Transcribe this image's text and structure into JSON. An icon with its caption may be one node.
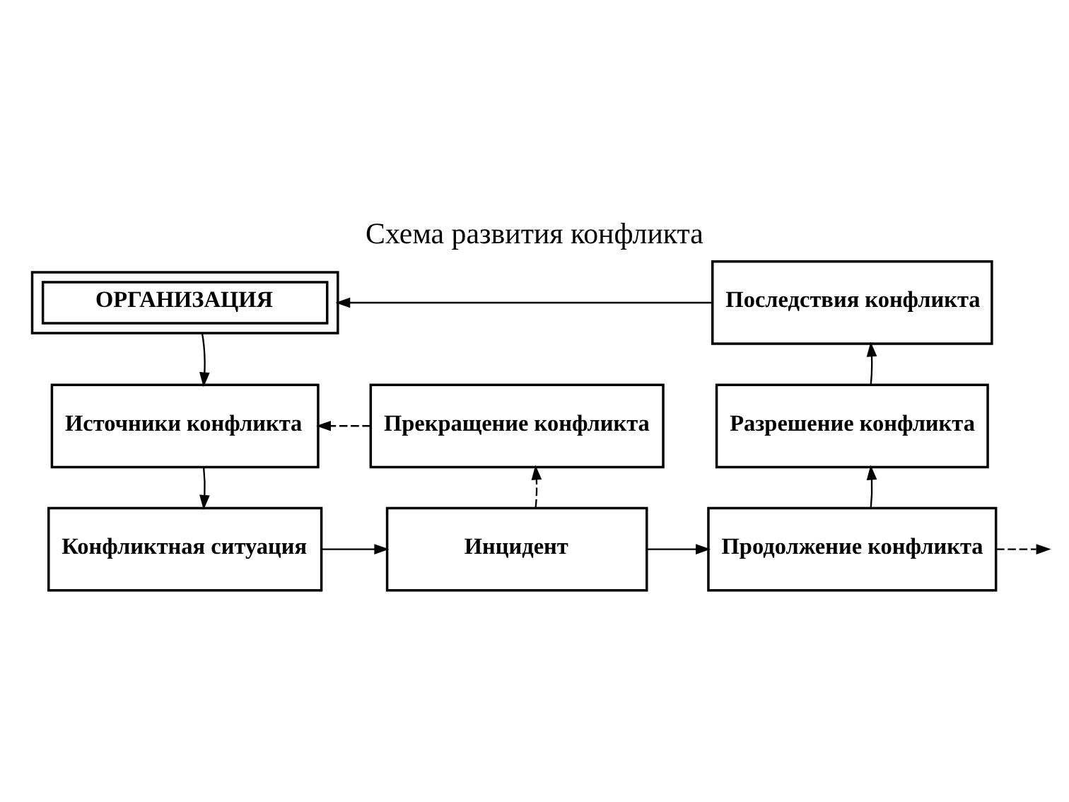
{
  "diagram": {
    "title": "Схема развития конфликта",
    "nodes": [
      {
        "text": [],
        "shape": "box"
      },
      {
        "text": [
          "ОРГАНИЗАЦИЯ"
        ],
        "in": 0
      },
      {
        "text": [
          "Последствия конфликта"
        ]
      },
      {
        "text": [
          "Источники конфликта"
        ]
      },
      {
        "text": [
          "Прекращение конфликта"
        ]
      },
      {
        "text": [
          "Разрешение конфликта"
        ]
      },
      {
        "text": [
          "Конфликтная ситуация"
        ]
      },
      {
        "text": [
          "Инцидент"
        ]
      },
      {
        "text": [
          "Продолжение конфликта"
        ]
      }
    ],
    "edges": [
      {
        "from": 2,
        "to": 0,
        "arrow": "to"
      },
      {
        "from": 0,
        "to": 3,
        "arrow": "to"
      },
      {
        "from": 4,
        "to": 3,
        "arrow": "to",
        "style": "dashed"
      },
      {
        "from": 3,
        "to": 6,
        "arrow": "to"
      },
      {
        "from": 6,
        "to": 7,
        "arrow": "to"
      },
      {
        "from": 7,
        "to": 4,
        "arrow": "to",
        "style": "dashed"
      },
      {
        "from": 7,
        "to": 8,
        "arrow": "to"
      },
      {
        "from": 8,
        "to": 5,
        "arrow": "to"
      },
      {
        "from": 5,
        "to": 2,
        "arrow": "to"
      },
      {
        "from": 8,
        "to": null,
        "arrow": "to",
        "style": "dashed"
      }
    ]
  }
}
